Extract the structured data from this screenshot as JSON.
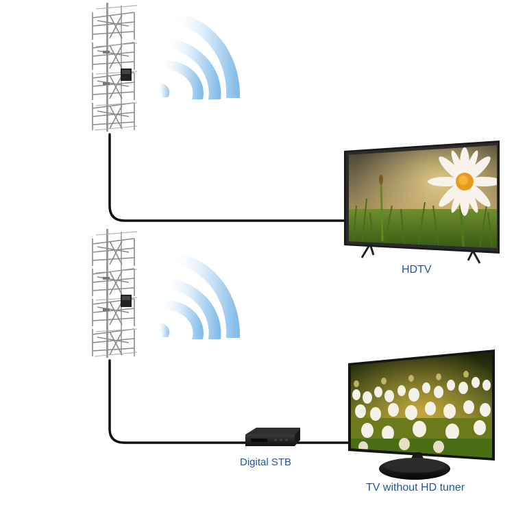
{
  "labels": {
    "hdtv": "HDTV",
    "stb": "Digital STB",
    "tv_without_tuner": "TV without HD tuner"
  },
  "colors": {
    "caption_text": "#1f56a8",
    "cable": "#111111",
    "signal_wave": "#8ec3ec",
    "antenna_metal": "#8a8a8a"
  },
  "icons": [
    "antenna-icon",
    "signal-waves-icon",
    "hdtv-icon",
    "set-top-box-icon",
    "tv-icon"
  ]
}
